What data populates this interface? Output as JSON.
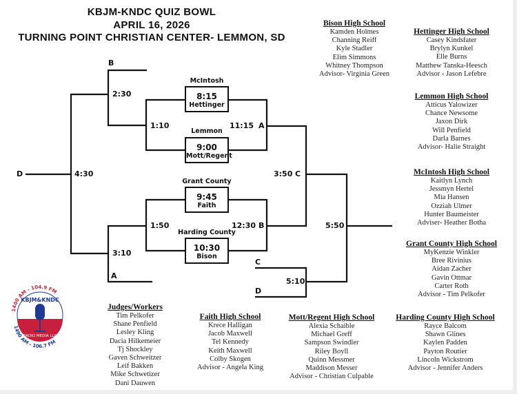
{
  "header": {
    "line1": "KBJM-KNDC QUIZ BOWL",
    "line2": "APRIL 16, 2026",
    "line3": "TURNING POINT CHRISTIAN CENTER- LEMMON, SD"
  },
  "bracket": {
    "games": [
      {
        "time": "8:15",
        "top_team": "McIntosh",
        "bottom_team": "Hettinger"
      },
      {
        "time": "9:00",
        "top_team": "Lemmon",
        "bottom_team": "Mott/Regent"
      },
      {
        "time": "9:45",
        "top_team": "Grant County",
        "bottom_team": "Faith"
      },
      {
        "time": "10:30",
        "top_team": "Harding County",
        "bottom_team": "Bison"
      }
    ],
    "labels": {
      "b_top": "B",
      "t230": "2:30",
      "t110": "1:10",
      "t1115": "11:15",
      "a_mid": "A",
      "d_left": "D",
      "t430": "4:30",
      "t350": "3:50",
      "c_mid": "C",
      "t150": "1:50",
      "t1230": "12:30",
      "b_mid": "B",
      "t550": "5:50",
      "t310": "3:10",
      "a_bottom": "A",
      "c_lower": "C",
      "t510": "5:10",
      "d_lower": "D"
    }
  },
  "logo": {
    "top_text": "1400 AM - 104.9 FM",
    "name": "KBJM & KNDC RADIO",
    "sub": "RADIO MEDIA LLC",
    "bottom_text": "1490 AM - 106.7 FM",
    "colors": {
      "blue": "#1f3a93",
      "red": "#c8203c"
    }
  },
  "rosters": {
    "bison": {
      "title": "Bison High School",
      "members": [
        "Kamden Holmes",
        "Channing Reiff",
        "Kyle Stadler",
        "Elim Simmons",
        "Whitney Thompson",
        "Advisor- Virginia Green"
      ]
    },
    "hettinger": {
      "title": "Hettinger High School",
      "members": [
        "Casey Kindsfater",
        "Brylyn Kunkel",
        "Elle Burns",
        "Matthew Tanska-Heesch",
        "Advisor -  Jason Lefebre"
      ]
    },
    "lemmon": {
      "title": "Lemmon High School",
      "members": [
        "Atticus Yalowizer",
        "Chance Newsome",
        "Jaxon Dirk",
        "Will Penfield",
        "Darla Barnes",
        "Advisor- Halie Straight"
      ]
    },
    "mcintosh": {
      "title": "McIntosh High School",
      "members": [
        "Kaitlyn Lynch",
        "Jessmyn Hertel",
        "Mia Hansen",
        "Ozziah Ulmer",
        "Hunter Baumeister",
        "Adviser- Heather Botha"
      ]
    },
    "grant": {
      "title": "Grant County High School",
      "members": [
        "MyKenzie Winkler",
        "Bree Rivinius",
        "Aidan Zacher",
        "Gavin Ottmar",
        "Carter Roth",
        "Advisor -  Tim Pelkofer"
      ]
    },
    "judges": {
      "title": "Judges/Workers",
      "members": [
        "Tim Pelkofer",
        "Shane Penfield",
        "Lesley Kling",
        "Dacia Hilkemeier",
        "Tj Shockley",
        "Gaven Schweitzer",
        "Leif Bakken",
        "Mike Schwetizer",
        "Dani Dauwen"
      ]
    },
    "faith": {
      "title": "Faith High School",
      "members": [
        "Krece Halligan",
        "Jacob Maxwell",
        "Tel Kennedy",
        "Keith Maxwell",
        "Colby Skogen",
        "Advisor -  Angela King"
      ]
    },
    "mott": {
      "title": "Mott/Regent High School",
      "members": [
        "Alexia Schaible",
        "Michael Greff",
        "Sampson Swindler",
        "Riley Boyll",
        "Quinn Messmer",
        "Maddison Messer",
        "Advisor -  Christian Culpable"
      ]
    },
    "harding": {
      "title": "Harding County High School",
      "members": [
        "Rayce Balcom",
        "Shawn Glines",
        "Kaylen Padden",
        "Payton Routier",
        "Lincoln Wickstrom",
        "Advisor -  Jennifer Anders"
      ]
    }
  }
}
